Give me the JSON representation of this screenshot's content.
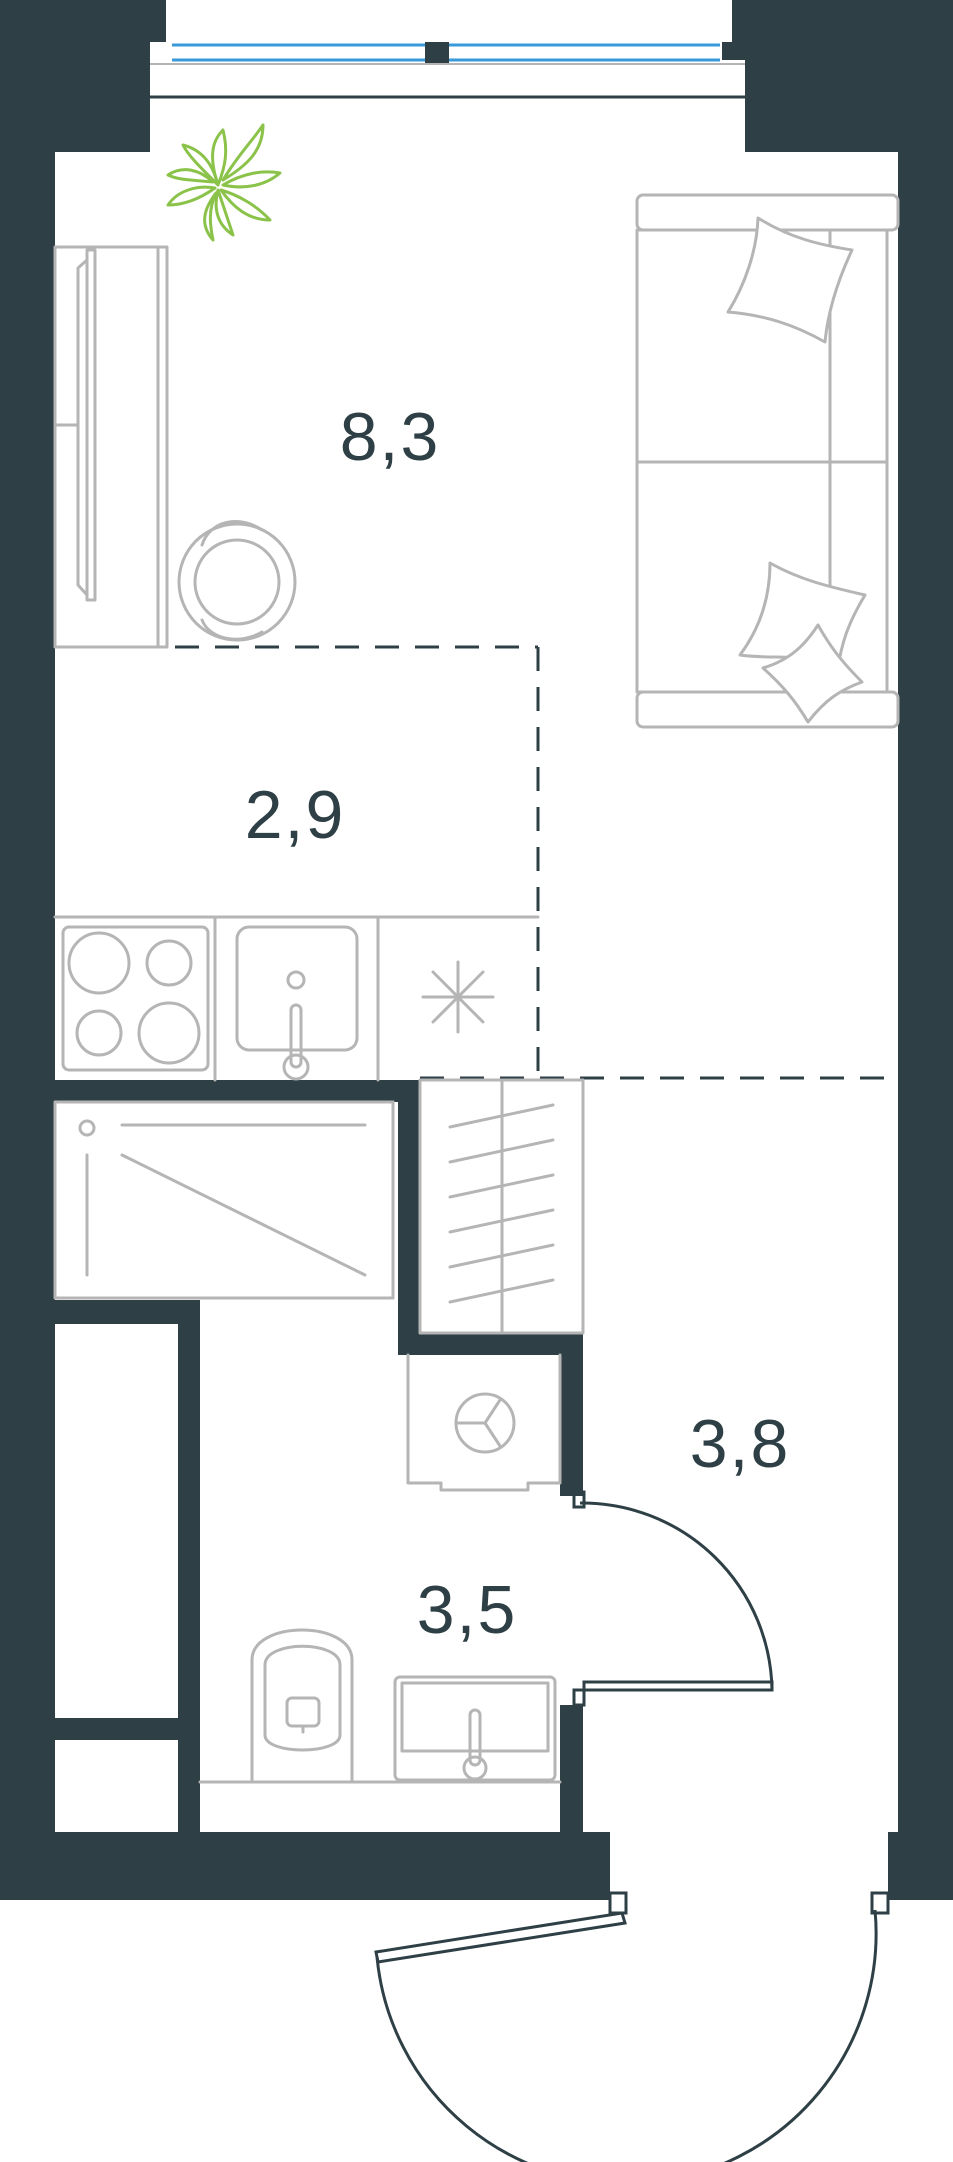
{
  "rooms": [
    {
      "id": "living",
      "area": "8,3"
    },
    {
      "id": "kitchen",
      "area": "2,9"
    },
    {
      "id": "hall",
      "area": "3,8"
    },
    {
      "id": "bathroom",
      "area": "3,5"
    }
  ],
  "colors": {
    "wall": "#2e4045",
    "furniture": "#b5b5b5",
    "window": "#3a9ad9",
    "plant": "#8bc34a",
    "background": "#ffffff"
  },
  "icons": [
    "plant-icon",
    "sofa-icon",
    "stove-icon",
    "sink-icon",
    "fan-icon",
    "toilet-icon",
    "washbasin-icon"
  ]
}
